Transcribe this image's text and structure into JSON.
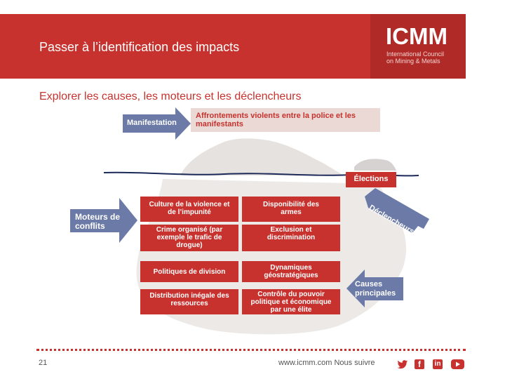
{
  "slide": {
    "title": "Passer à l’identification des impacts",
    "subtitle": "Explorer les causes, les moteurs et les déclencheurs",
    "page_number": "21"
  },
  "logo": {
    "name": "ICMM",
    "subtitle_line1": "International Council",
    "subtitle_line2": "on Mining & Metals"
  },
  "diagram": {
    "manifestation_label": "Manifestation",
    "manifestation_banner": "Affrontements violents entre la police et les manifestants",
    "elections_label": "Élections",
    "declencheurs_label": "Déclencheurs",
    "moteurs_label_line1": "Moteurs de",
    "moteurs_label_line2": "conflits",
    "causes_label_line1": "Causes",
    "causes_label_line2": "principales",
    "moteurs_boxes": [
      {
        "text": "Culture de la violence et de l’impunité"
      },
      {
        "text": "Disponibilité des armes"
      },
      {
        "text": "Crime organisé (par exemple le trafic de drogue)"
      },
      {
        "text": "Exclusion et discrimination"
      }
    ],
    "causes_boxes": [
      {
        "text": "Politiques de division"
      },
      {
        "text": "Dynamiques géostratégiques"
      },
      {
        "text": "Distribution inégale des ressources"
      },
      {
        "text": "Contrôle du pouvoir politique et économique par une élite"
      }
    ]
  },
  "footer": {
    "text": "www.icmm.com Nous suivre",
    "social_icons": [
      "twitter-icon",
      "facebook-icon",
      "linkedin-icon",
      "youtube-icon"
    ]
  },
  "colors": {
    "brand_red": "#c8322e",
    "arrow_blue": "#6b7aa6",
    "navy_line": "#1c2a59",
    "banner_bg": "#ead9d4"
  }
}
